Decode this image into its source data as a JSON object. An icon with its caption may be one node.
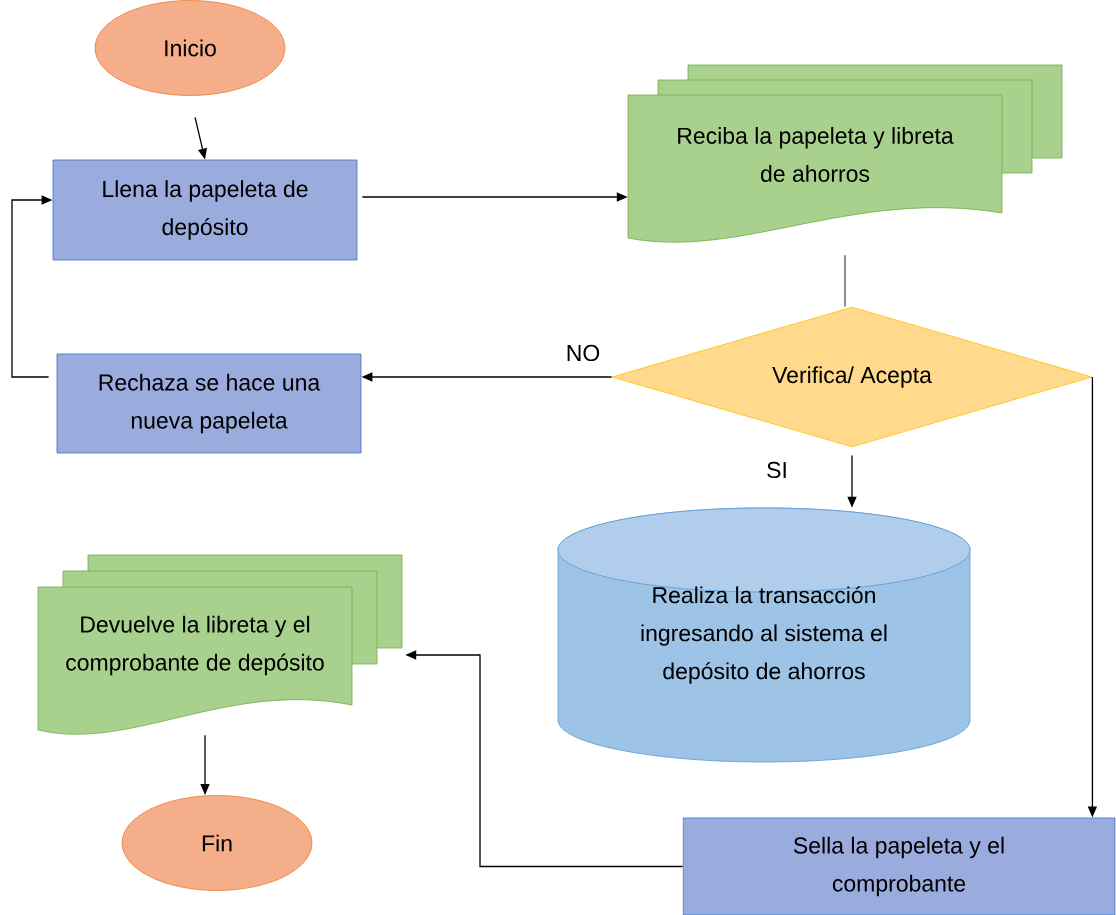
{
  "diagram": {
    "nodes": [
      {
        "text": [
          "Inicio"
        ]
      },
      {
        "text": [
          "Llena la papeleta de depósito"
        ]
      },
      {
        "text": [
          "Reciba la papeleta y libreta de ahorros"
        ]
      },
      {
        "text": [
          "Verifica/ Acepta"
        ]
      },
      {
        "text": [
          "Rechaza se hace una nueva papeleta"
        ]
      },
      {
        "text": [
          "Realiza la transacción ingresando al sistema el depósito de ahorros"
        ]
      },
      {
        "text": [
          "Devuelve la libreta y el comprobante de depósito"
        ]
      },
      {
        "text": [
          "Sella la papeleta y el comprobante"
        ]
      },
      {
        "text": [
          "Fin"
        ]
      }
    ],
    "edges": [
      {
        "from": 0,
        "to": 1,
        "arrow": "to"
      },
      {
        "from": 1,
        "to": 2,
        "arrow": "to"
      },
      {
        "from": 2,
        "to": 3,
        "arrow": "none"
      },
      {
        "from": 3,
        "to": 4,
        "arrow": "to",
        "label": "NO"
      },
      {
        "from": 4,
        "to": 1,
        "arrow": "to"
      },
      {
        "from": 3,
        "to": 5,
        "arrow": "to",
        "label": "SI"
      },
      {
        "from": 3,
        "to": 7,
        "arrow": "to"
      },
      {
        "from": 7,
        "to": 6,
        "arrow": "to"
      },
      {
        "from": 6,
        "to": 8,
        "arrow": "to"
      }
    ]
  }
}
